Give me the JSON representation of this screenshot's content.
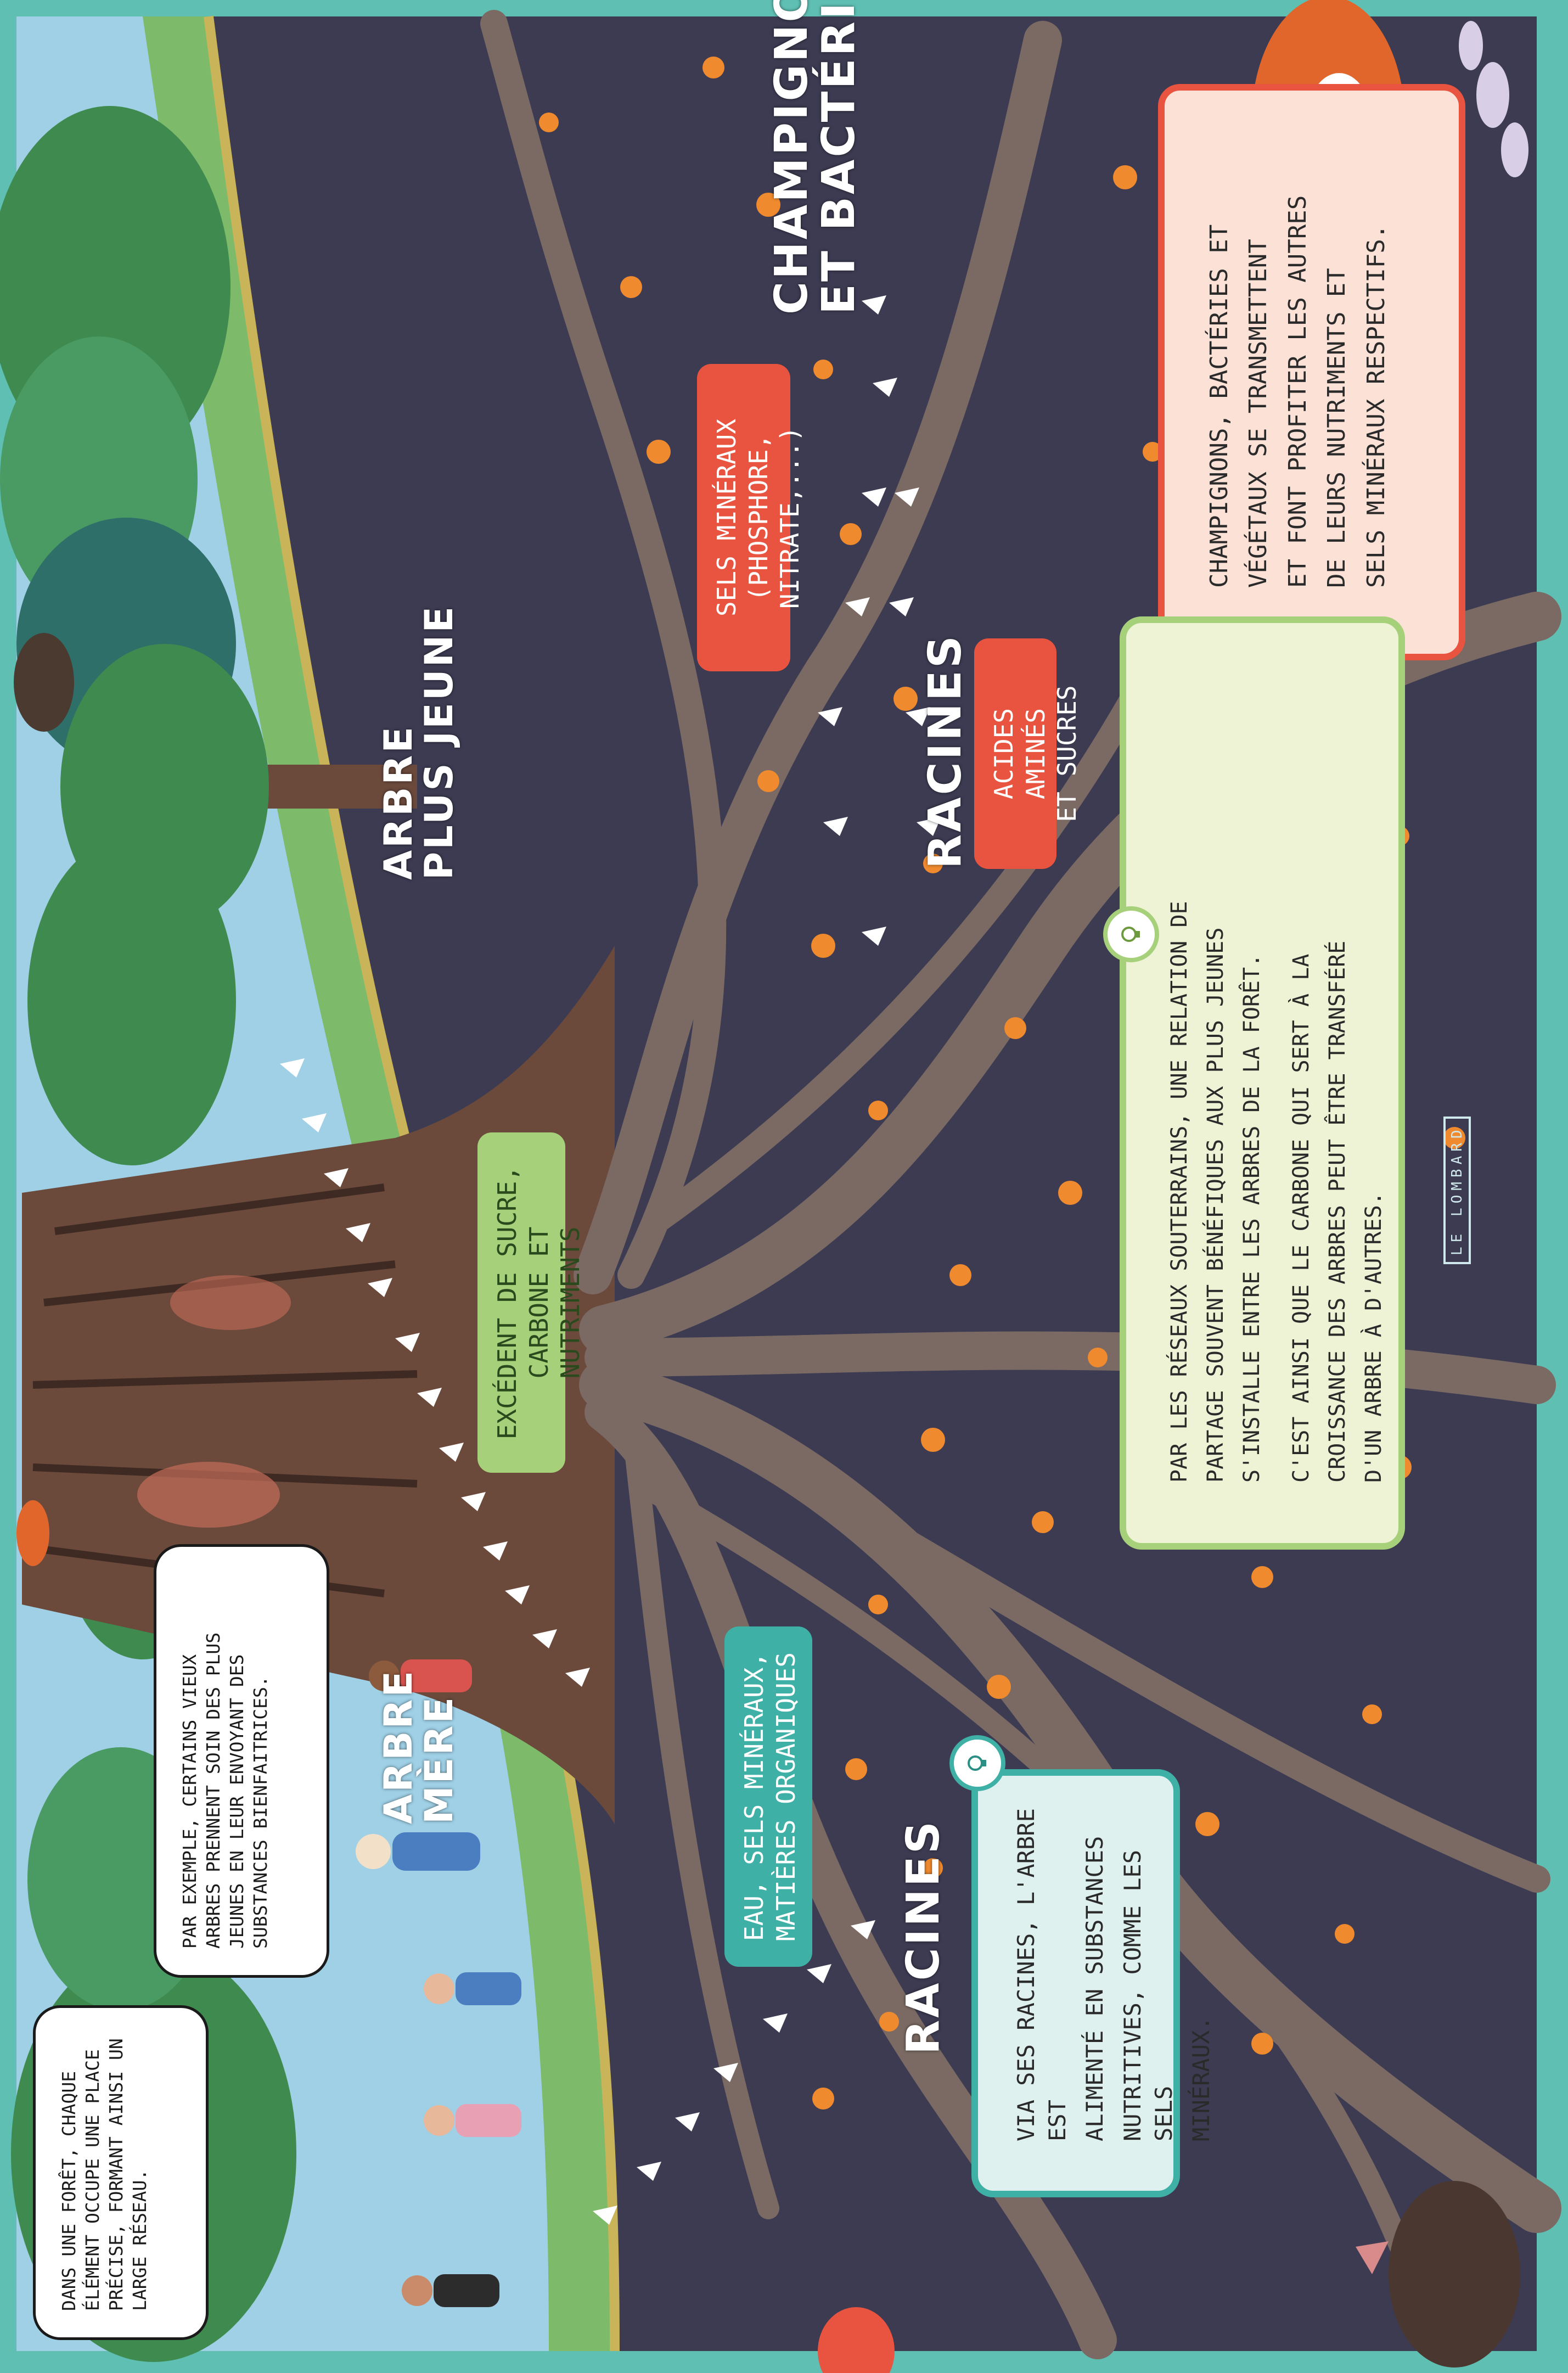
{
  "labels": {
    "arbre_mere": [
      "ARBRE",
      "MÈRE"
    ],
    "arbre_plus_jeune": [
      "ARBRE",
      "PLUS JEUNE"
    ],
    "champignons": [
      "CHAMPIGNONS",
      "ET BACTÉRIES"
    ],
    "racines_top": "RACINES",
    "racines_bottom": "RACINES"
  },
  "pills": {
    "sels_mineraux": [
      "SELS MINÉRAUX",
      "(PHOSPHORE, NITRATE,...)"
    ],
    "acides_amines": [
      "ACIDES AMINÉS",
      "ET SUCRES"
    ],
    "excedent": [
      "EXCÉDENT DE SUCRE,",
      "CARBONE ET NUTRIMENTS"
    ],
    "eau": [
      "EAU, SELS MINÉRAUX,",
      "MATIÈRES ORGANIQUES"
    ]
  },
  "boxes": {
    "champignons_info": [
      "CHAMPIGNONS, BACTÉRIES ET",
      "VÉGÉTAUX SE TRANSMETTENT",
      "ET FONT PROFITER LES AUTRES",
      "DE LEURS NUTRIMENTS ET",
      "SELS MINÉRAUX RESPECTIFS."
    ],
    "reseaux_info": [
      "PAR LES RÉSEAUX SOUTERRAINS, UNE RELATION DE",
      "PARTAGE SOUVENT BÉNÉFIQUES AUX PLUS JEUNES",
      "S'INSTALLE ENTRE LES ARBRES DE LA FORÊT.",
      "C'EST AINSI QUE LE CARBONE QUI SERT À LA",
      "CROISSANCE DES ARBRES PEUT ÊTRE TRANSFÉRÉ",
      "D'UN ARBRE À D'AUTRES."
    ],
    "racines_info": [
      "VIA SES RACINES, L'ARBRE EST",
      "ALIMENTÉ EN SUBSTANCES",
      "NUTRITIVES, COMME LES SELS",
      "MINÉRAUX."
    ]
  },
  "bubbles": {
    "foret": [
      "DANS UNE FORÊT, CHAQUE",
      "ÉLÉMENT OCCUPE UNE PLACE",
      "PRÉCISE, FORMANT AINSI UN",
      "LARGE RÉSEAU."
    ],
    "exemple": [
      "PAR EXEMPLE, CERTAINS VIEUX",
      "ARBRES PRENNENT SOIN DES PLUS",
      "JEUNES EN LEUR ENVOYANT DES",
      "SUBSTANCES BIENFAITRICES."
    ]
  },
  "brand": "LE LOMBARD",
  "icons": [
    "lightbulb-icon",
    "arrow-icon",
    "fox",
    "hedgehog",
    "boar",
    "squirrel",
    "mushrooms"
  ],
  "colors": {
    "frame": "#5fbfb3",
    "sky": "#9fd0e6",
    "soil": "#3c3b52",
    "root": "#7a6a63",
    "grass": "#7dbb6a",
    "fungi": "#f08a2e",
    "red_pill": "#e8543f",
    "green_pill": "#a7d07a",
    "teal_pill": "#3fb0a6",
    "pink_box": "#fbe1d6",
    "green_box": "#eef3d6",
    "teal_box": "#dff1ee"
  }
}
